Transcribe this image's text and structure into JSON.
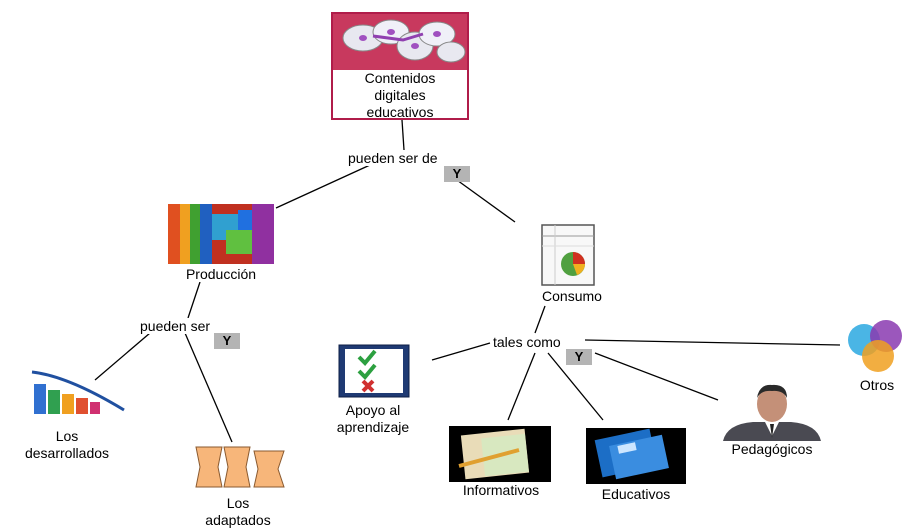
{
  "root": {
    "line1": "Contenidos",
    "line2": "digitales",
    "line3": "educativos"
  },
  "links": {
    "root": "pueden ser de",
    "produccion": "pueden ser",
    "consumo": "tales como"
  },
  "badge": "Y",
  "nodes": {
    "produccion": "Producción",
    "consumo": "Consumo",
    "desarrollados": {
      "line1": "Los",
      "line2": "desarrollados"
    },
    "adaptados": {
      "line1": "Los",
      "line2": "adaptados"
    },
    "apoyo": {
      "line1": "Apoyo al",
      "line2": "aprendizaje"
    },
    "informativos": "Informativos",
    "educativos": "Educativos",
    "pedagogicos": "Pedagógicos",
    "otros": "Otros"
  },
  "icons": {
    "root": "cd-discs-icon",
    "produccion": "colorful-blocks-icon",
    "consumo": "spreadsheet-pie-icon",
    "desarrollados": "bar-chart-icon",
    "adaptados": "puzzle-pieces-icon",
    "apoyo": "checklist-icon",
    "informativos": "notebook-pen-icon",
    "educativos": "blue-books-icon",
    "pedagogicos": "teacher-person-icon",
    "otros": "circles-icon"
  }
}
